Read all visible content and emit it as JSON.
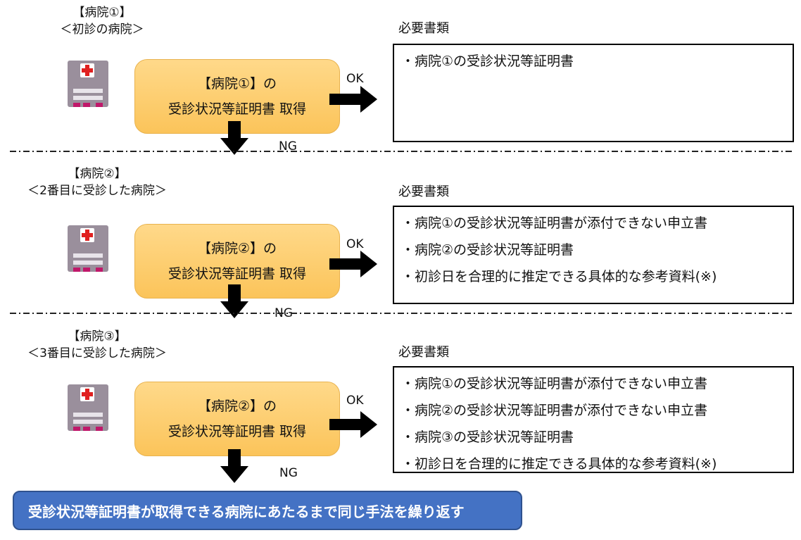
{
  "sections": [
    {
      "hospital_label": "【病院①】",
      "hospital_sub": "＜初診の病院＞",
      "proc_line1": "【病院①】の",
      "proc_line2": "受診状況等証明書 取得",
      "ok": "OK",
      "ng": "NG",
      "docs_title": "必要書類",
      "docs": [
        "・病院①の受診状況等証明書"
      ]
    },
    {
      "hospital_label": "【病院②】",
      "hospital_sub": "＜2番目に受診した病院＞",
      "proc_line1": "【病院②】の",
      "proc_line2": "受診状況等証明書 取得",
      "ok": "OK",
      "ng": "NG",
      "docs_title": "必要書類",
      "docs": [
        "・病院①の受診状況等証明書が添付できない申立書",
        "・病院②の受診状況等証明書",
        "・初診日を合理的に推定できる具体的な参考資料(※)"
      ]
    },
    {
      "hospital_label": "【病院③】",
      "hospital_sub": "＜3番目に受診した病院＞",
      "proc_line1": "【病院②】の",
      "proc_line2": "受診状況等証明書 取得",
      "ok": "OK",
      "ng": "NG",
      "docs_title": "必要書類",
      "docs": [
        "・病院①の受診状況等証明書が添付できない申立書",
        "・病院②の受診状況等証明書が添付できない申立書",
        "・病院③の受診状況等証明書",
        "・初診日を合理的に推定できる具体的な参考資料(※)"
      ]
    }
  ],
  "banner": "受診状況等証明書が取得できる病院にあたるまで同じ手法を繰り返す",
  "colors": {
    "process_fill": "#fbc45a",
    "banner_fill": "#4472c4",
    "icon_body": "#9a8f9c",
    "icon_cross": "#e02020",
    "icon_accent": "#c0186a"
  }
}
